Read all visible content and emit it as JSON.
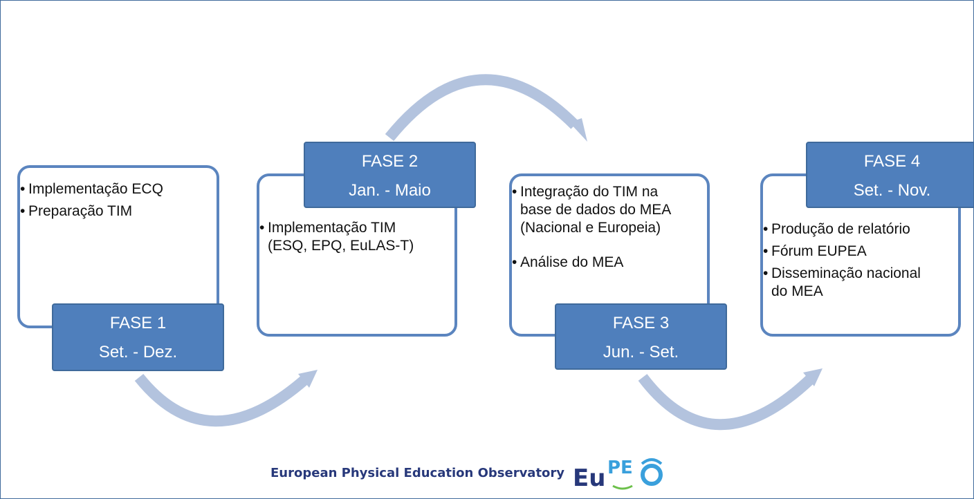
{
  "phases": [
    {
      "id": 1,
      "label": "FASE 1",
      "period": "Set. -  Dez.",
      "items": [
        [
          "Implementação ECQ"
        ],
        [
          "Preparação TIM"
        ]
      ]
    },
    {
      "id": 2,
      "label": "FASE 2",
      "period": "Jan. - Maio",
      "items": [
        [
          " Implementação TIM",
          "(ESQ, EPQ, EuLAS-T)"
        ]
      ]
    },
    {
      "id": 3,
      "label": "FASE 3",
      "period": "Jun. - Set.",
      "items": [
        [
          "Integração do TIM na",
          "base de dados do MEA",
          "(Nacional e Europeia)"
        ],
        [
          "Análise do MEA"
        ]
      ]
    },
    {
      "id": 4,
      "label": "FASE 4",
      "period": "Set. - Nov.",
      "items": [
        [
          "Produção de relatório"
        ],
        [
          "Fórum EUPEA"
        ],
        [
          "Disseminação nacional",
          "do MEA"
        ]
      ]
    }
  ],
  "footer": {
    "text": "European Physical Education Observatory",
    "logo_text": "EuPEO"
  },
  "colors": {
    "card_border": "#5b85bf",
    "phase_fill": "#4f7fbc",
    "arrow": "#b3c3de",
    "footer_text": "#27387a"
  }
}
